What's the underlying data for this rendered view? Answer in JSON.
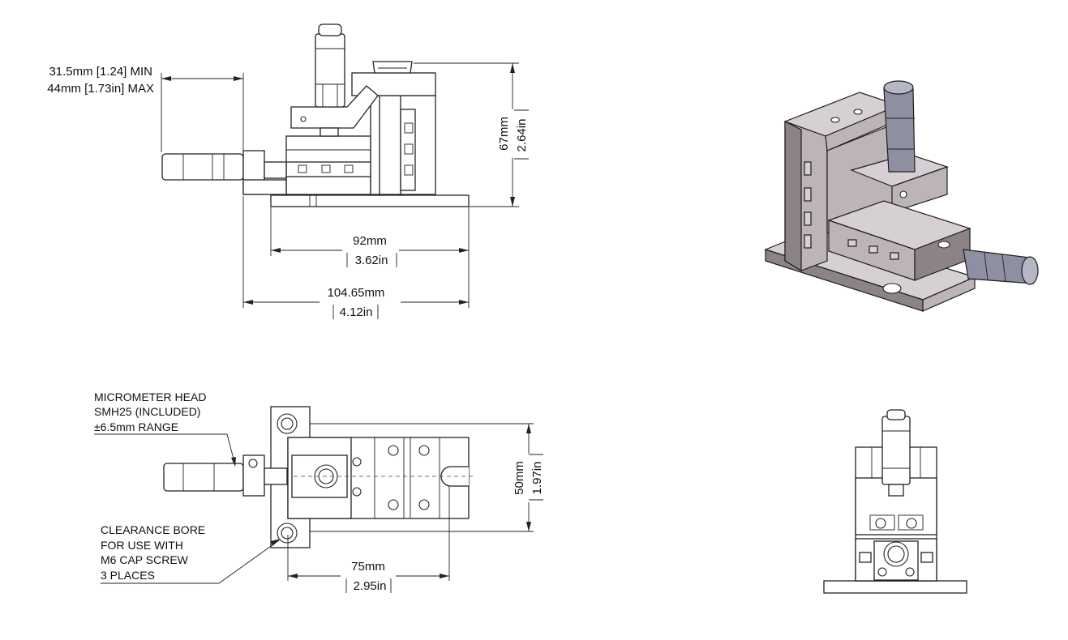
{
  "side_view": {
    "range_min": "31.5mm [1.24] MIN",
    "range_max": "44mm [1.73in] MAX",
    "height_mm": "67mm",
    "height_in": "2.64in",
    "base_length_mm": "92mm",
    "base_length_in": "3.62in",
    "total_length_mm": "104.65mm",
    "total_length_in": "4.12in"
  },
  "top_view": {
    "micrometer_title": "MICROMETER HEAD",
    "micrometer_model": "SMH25 (INCLUDED)",
    "micrometer_range": "±6.5mm RANGE",
    "bore_line1": "CLEARANCE BORE",
    "bore_line2": "FOR USE WITH",
    "bore_line3": "M6 CAP SCREW",
    "bore_line4": "3 PLACES",
    "width_mm": "50mm",
    "width_in": "1.97in",
    "hole_spacing_mm": "75mm",
    "hole_spacing_in": "2.95in"
  },
  "colors": {
    "metal": "#bdb4b8",
    "micrometer": "#8e8fa0",
    "line": "#222222"
  }
}
